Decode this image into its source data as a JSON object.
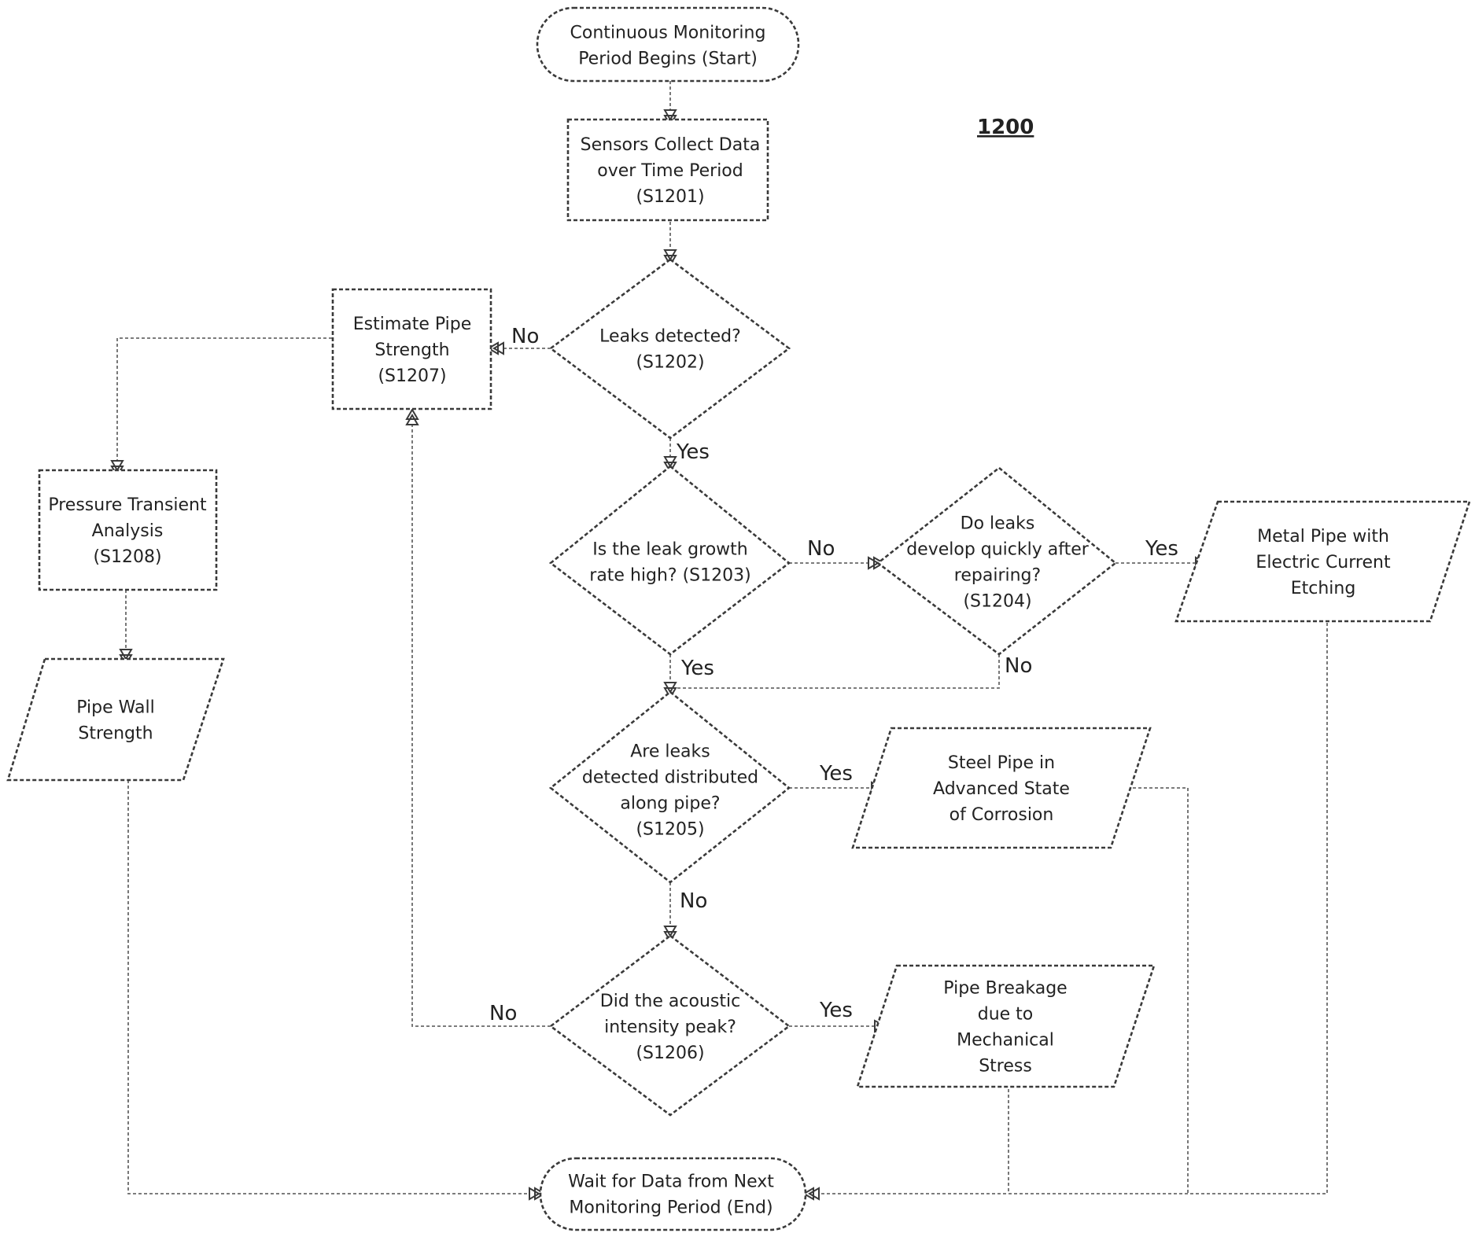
{
  "figure_ref": "1200",
  "nodes": {
    "start": {
      "lines": [
        "Continuous Monitoring",
        "Period Begins (Start)"
      ]
    },
    "s1201": {
      "lines": [
        "Sensors Collect Data",
        "over Time Period",
        "(S1201)"
      ]
    },
    "s1202": {
      "lines": [
        "Leaks detected?",
        "(S1202)"
      ]
    },
    "s1203": {
      "lines": [
        "Is the leak growth",
        "rate high? (S1203)"
      ]
    },
    "s1204": {
      "lines": [
        "Do leaks",
        "develop quickly after",
        "repairing?",
        "(S1204)"
      ]
    },
    "s1205": {
      "lines": [
        "Are leaks",
        "detected distributed",
        "along pipe?",
        "(S1205)"
      ]
    },
    "s1206": {
      "lines": [
        "Did the acoustic",
        "intensity peak?",
        "(S1206)"
      ]
    },
    "s1207": {
      "lines": [
        "Estimate Pipe",
        "Strength",
        "(S1207)"
      ]
    },
    "s1208": {
      "lines": [
        "Pressure Transient",
        "Analysis",
        "(S1208)"
      ]
    },
    "wall_strength": {
      "lines": [
        "Pipe Wall",
        "Strength"
      ]
    },
    "metal_pipe": {
      "lines": [
        "Metal Pipe with",
        "Electric Current",
        "Etching"
      ]
    },
    "steel_pipe": {
      "lines": [
        "Steel Pipe in",
        "Advanced State",
        "of Corrosion"
      ]
    },
    "breakage": {
      "lines": [
        "Pipe Breakage",
        "due to",
        "Mechanical",
        "Stress"
      ]
    },
    "end": {
      "lines": [
        "Wait for Data from Next",
        "Monitoring Period (End)"
      ]
    }
  },
  "edge_labels": {
    "s1202_no": "No",
    "s1202_yes": "Yes",
    "s1203_no": "No",
    "s1203_yes": "Yes",
    "s1204_yes": "Yes",
    "s1204_no": "No",
    "s1205_yes": "Yes",
    "s1205_no": "No",
    "s1206_yes": "Yes",
    "s1206_no": "No"
  }
}
